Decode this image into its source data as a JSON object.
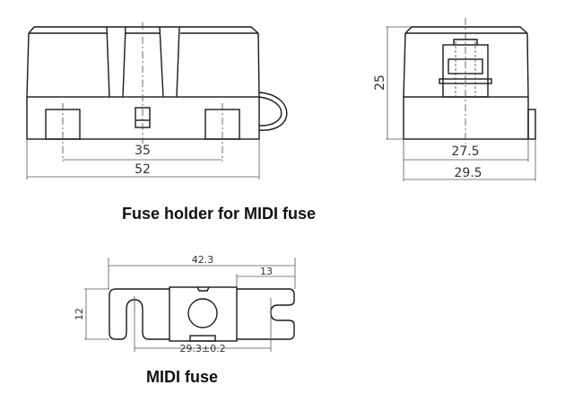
{
  "figure": {
    "holder_caption": "Fuse holder for MIDI fuse",
    "fuse_caption": "MIDI fuse",
    "holder_front_view": {
      "dim_inner_width": "35",
      "dim_overall_width": "52"
    },
    "holder_side_view": {
      "dim_height": "25",
      "dim_body_width": "27.5",
      "dim_overall_width": "29.5"
    },
    "fuse_view": {
      "dim_length": "42.3",
      "dim_tab": "13",
      "dim_height": "12",
      "dim_hole_spacing": "29.3±0.2"
    },
    "colors": {
      "line": "#1a1a1a",
      "dim_line": "#555555",
      "background": "#ffffff"
    }
  }
}
